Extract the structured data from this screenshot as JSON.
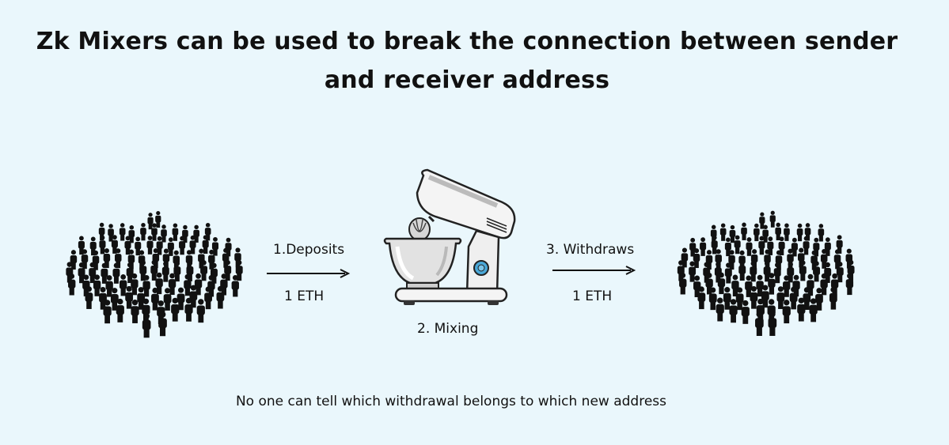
{
  "title": {
    "line1": "Zk Mixers can be used to break the connection between sender",
    "line2": "and receiver address"
  },
  "steps": {
    "deposit_label": "1.Deposits",
    "deposit_amount": "1 ETH",
    "mixing_label": "2. Mixing",
    "withdraw_label": "3. Withdraws",
    "withdraw_amount": "1 ETH"
  },
  "footer": "No one can tell which withdrawal belongs to which new address",
  "icons": {
    "left_group": "crowd-icon",
    "right_group": "crowd-icon",
    "mixer": "stand-mixer-icon",
    "deposit_arrow": "arrow-right-icon",
    "withdraw_arrow": "arrow-right-icon"
  },
  "colors": {
    "background": "#eaf7fc",
    "text": "#111111",
    "people": "#111111",
    "mixer_body": "#f4f4f4",
    "mixer_outline": "#222222",
    "mixer_accent": "#4aa8d8"
  }
}
